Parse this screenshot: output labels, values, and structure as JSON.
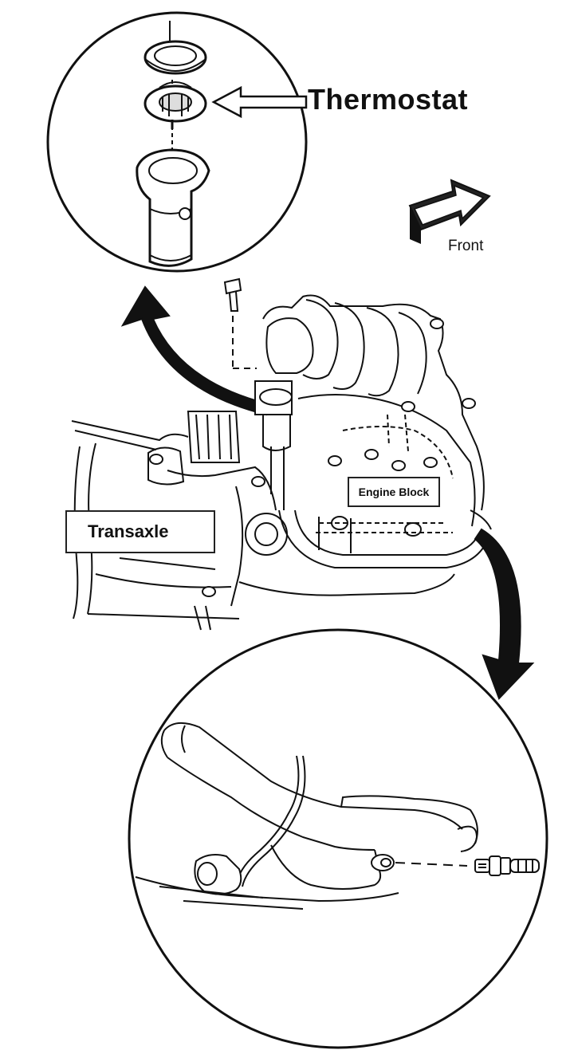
{
  "labels": {
    "thermostat": "Thermostat",
    "front": "Front",
    "transaxle": "Transaxle",
    "engine_block": "Engine Block"
  },
  "colors": {
    "line": "#111111",
    "background": "#ffffff"
  }
}
